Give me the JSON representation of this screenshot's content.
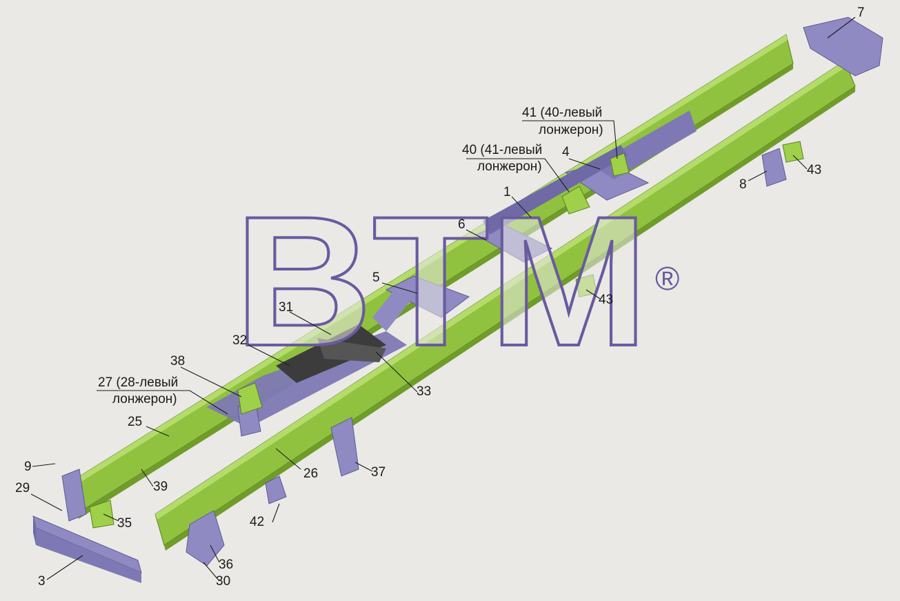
{
  "diagram": {
    "watermark": {
      "text": "BTM",
      "registered_mark": "®"
    },
    "colors": {
      "background": "#eae9e5",
      "rail": "#90c23f",
      "rail_dark": "#6f9c2a",
      "crossmember": "#7e79b4",
      "crossmember_dark": "#5e5994",
      "watermark_outline": "#6a5aa0"
    },
    "callouts": {
      "c1": "1",
      "c3": "3",
      "c4": "4",
      "c5": "5",
      "c6": "6",
      "c7": "7",
      "c8": "8",
      "c9": "9",
      "c25": "25",
      "c26": "26",
      "c27_line1": "27 (28-левый",
      "c27_line2": "лонжерон)",
      "c29": "29",
      "c30": "30",
      "c31": "31",
      "c32": "32",
      "c33": "33",
      "c35": "35",
      "c36": "36",
      "c37": "37",
      "c38": "38",
      "c39": "39",
      "c40_line1": "40 (41-левый",
      "c40_line2": "лонжерон)",
      "c41_line1": "41 (40-левый",
      "c41_line2": "лонжерон)",
      "c42": "42",
      "c43a": "43",
      "c43b": "43"
    }
  }
}
